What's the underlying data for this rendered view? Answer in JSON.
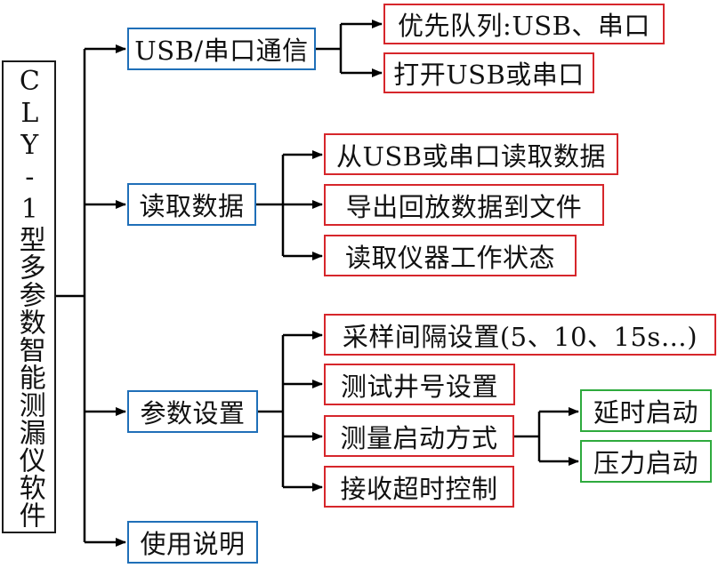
{
  "root": {
    "label": "CLY-1型多参数智能测漏仪软件"
  },
  "colors": {
    "level1": "#1f6fb8",
    "level2": "#d6262b",
    "level3": "#2eaa3d",
    "line": "#000000"
  },
  "level1": [
    {
      "label": "USB/串口通信",
      "children": [
        "优先队列:USB、串口",
        "打开USB或串口"
      ]
    },
    {
      "label": "读取数据",
      "children": [
        "从USB或串口读取数据",
        "导出回放数据到文件",
        "读取仪器工作状态"
      ]
    },
    {
      "label": "参数设置",
      "children": [
        "采样间隔设置(5、10、15s…)",
        "测试井号设置",
        "测量启动方式",
        "接收超时控制"
      ]
    },
    {
      "label": "使用说明",
      "children": []
    }
  ],
  "level3": {
    "parent": "测量启动方式",
    "children": [
      "延时启动",
      "压力启动"
    ]
  }
}
